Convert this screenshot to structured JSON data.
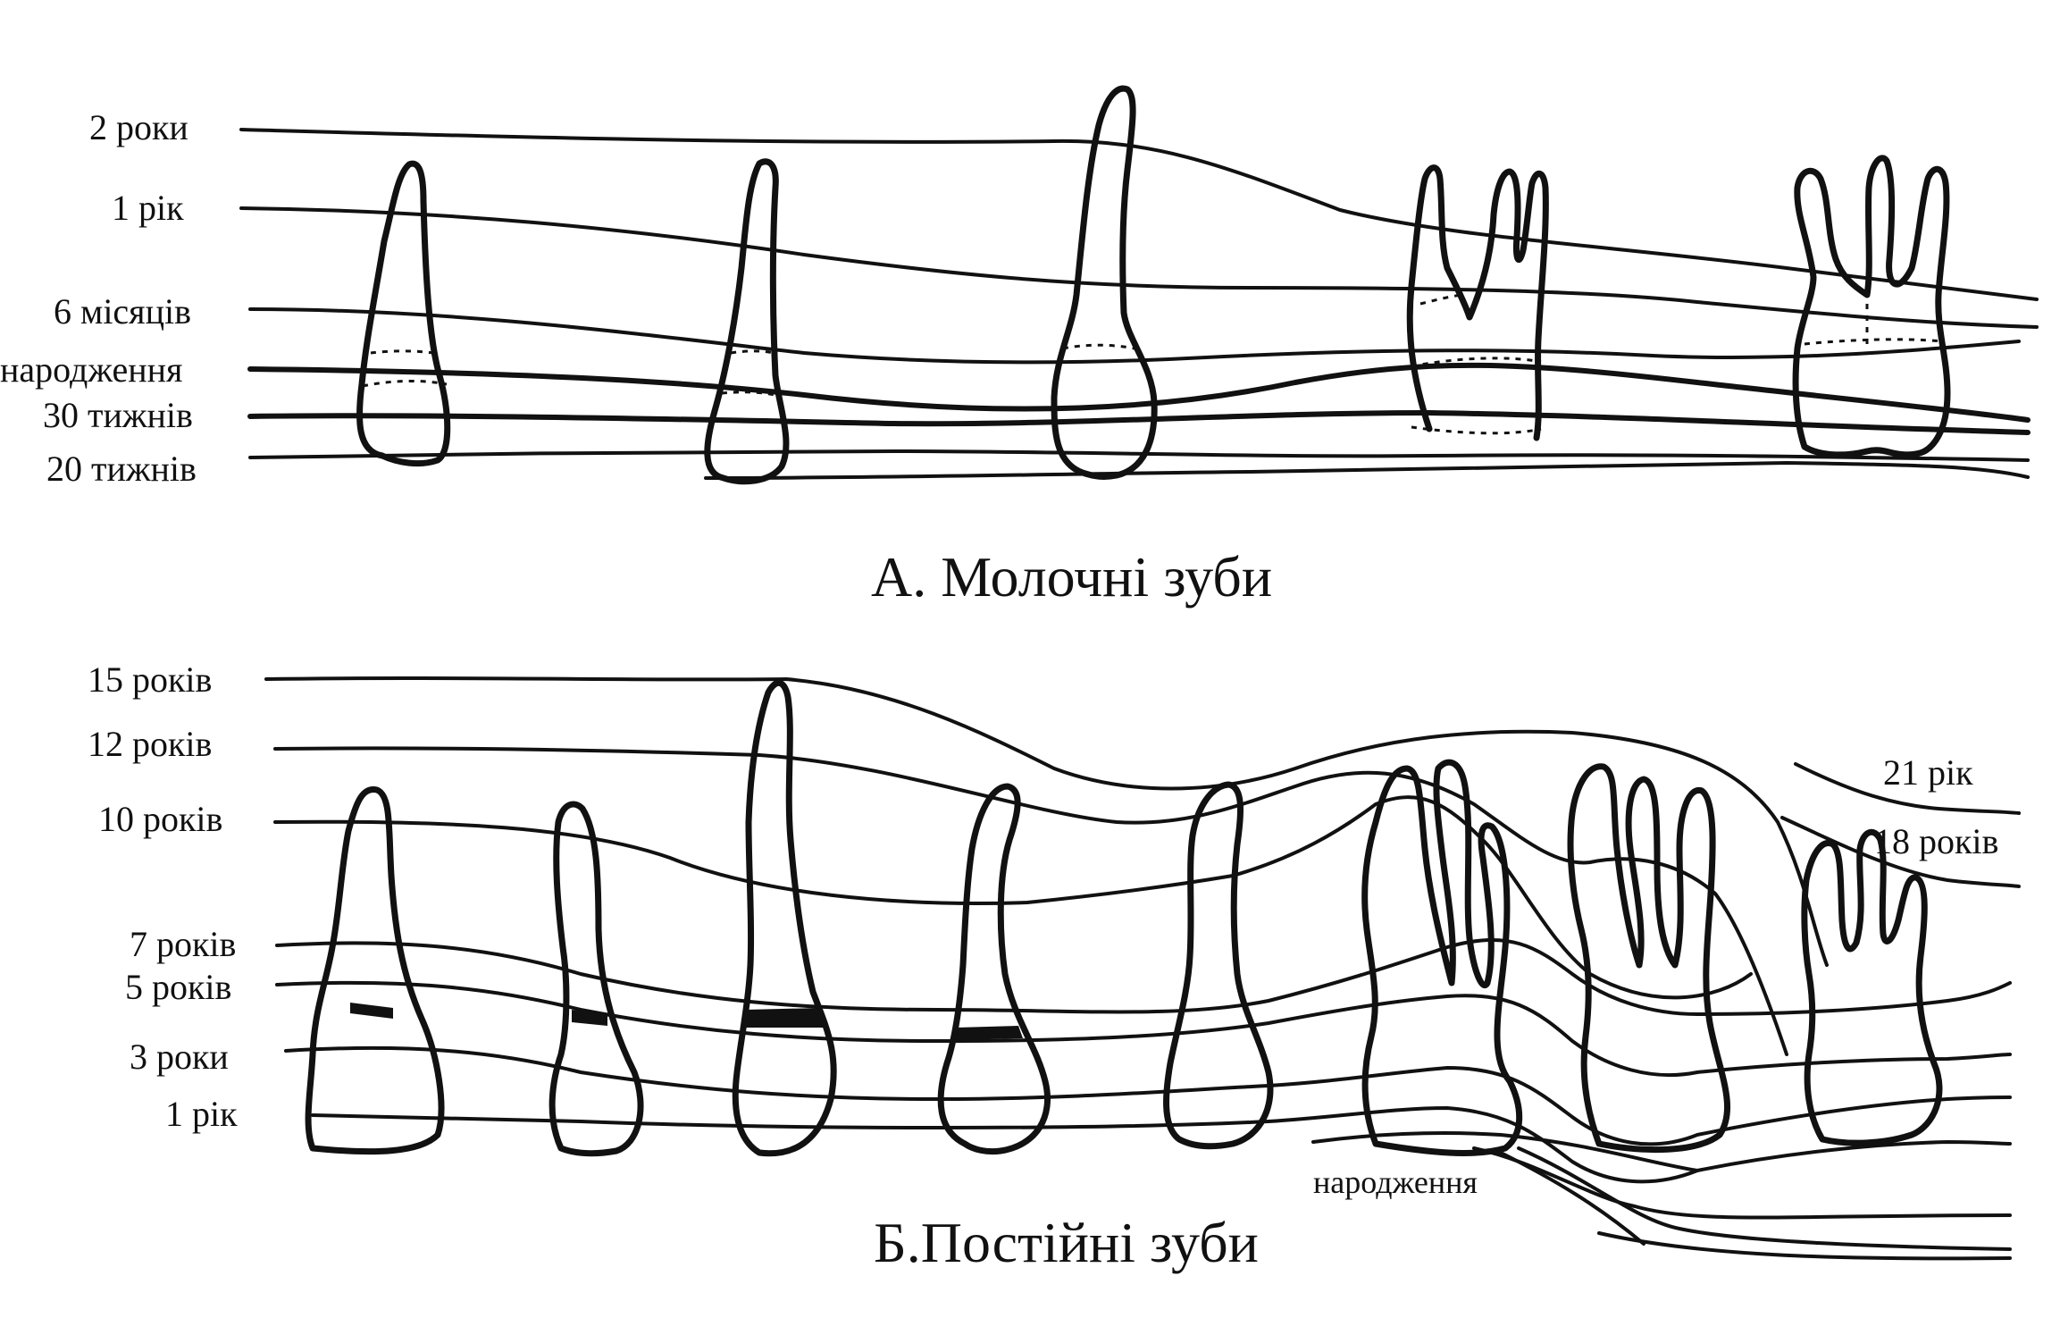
{
  "primary": {
    "caption": "А. Молочні зуби",
    "ages": [
      "2 роки",
      "1 рік",
      "6 місяців",
      "народження",
      "30 тижнів",
      "20 тижнів"
    ]
  },
  "permanent": {
    "caption": "Б.Постійні зуби",
    "ages": [
      "15 років",
      "12 років",
      "10 років",
      "7 років",
      "5 років",
      "3 роки",
      "1 рік"
    ],
    "right_ages": [
      "21 рік",
      "18 років"
    ],
    "birth_note": "народження"
  }
}
